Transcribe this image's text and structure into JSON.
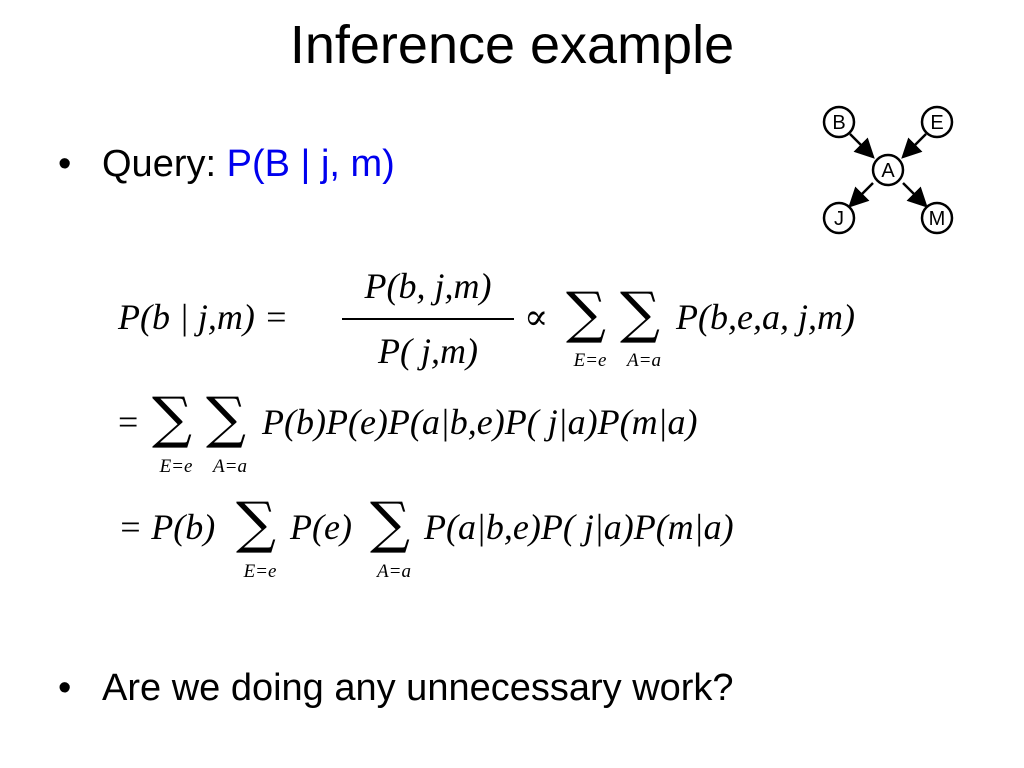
{
  "slide": {
    "title": "Inference example",
    "bullets": [
      {
        "marker": "•",
        "label": "Query: ",
        "expr": "P(B | j, m)"
      },
      {
        "marker": "•",
        "label": "Are we doing any unnecessary work?"
      }
    ]
  },
  "diagram": {
    "nodes": [
      "B",
      "E",
      "A",
      "J",
      "M"
    ]
  },
  "equations": {
    "line1": {
      "lhs": "P(b | j,m) =",
      "numerator": "P(b, j,m)",
      "denominator": "P( j,m)",
      "propto": "∝",
      "sigma": "∑",
      "sub1": "E=e",
      "sub2": "A=a",
      "rhs": "P(b,e,a, j,m)"
    },
    "line2": {
      "eq": "=",
      "sigma": "∑",
      "sub1": "E=e",
      "sub2": "A=a",
      "rhs": "P(b)P(e)P(a|b,e)P( j|a)P(m|a)"
    },
    "line3": {
      "part1": "= P(b)",
      "sigma": "∑",
      "sub1": "E=e",
      "part2": "P(e)",
      "sub2": "A=a",
      "part3": "P(a|b,e)P( j|a)P(m|a)"
    }
  }
}
